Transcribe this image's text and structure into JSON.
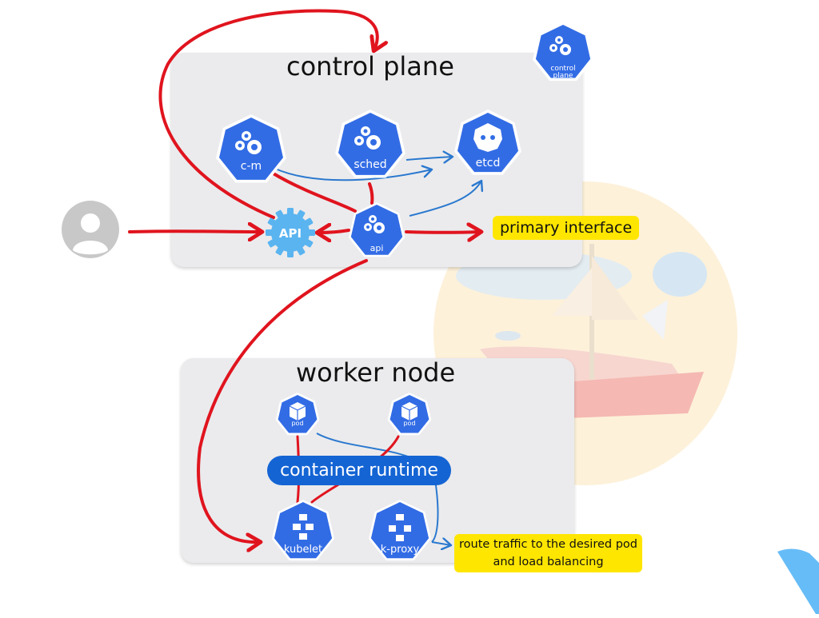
{
  "control_plane": {
    "title": "control plane",
    "badge_label": "control\nplane",
    "components": {
      "cm": "c-m",
      "sched": "sched",
      "etcd": "etcd",
      "api": "api"
    },
    "api_gear_label": "API"
  },
  "worker_node": {
    "title": "worker node",
    "pod_left": "pod",
    "pod_right": "pod",
    "container_runtime": "container runtime",
    "kubelet": "kubelet",
    "kproxy": "k-proxy"
  },
  "notes": {
    "primary_interface": "primary interface",
    "route_traffic_line1": "route traffic to the desired pod",
    "route_traffic_line2": "and load balancing"
  },
  "colors": {
    "k8s_blue": "#326ce5",
    "runtime_blue": "#1464d4",
    "api_gear": "#5ab4f0",
    "arrow_red": "#e0141e",
    "arrow_blue": "#2a78cf",
    "note_yellow": "#ffe600",
    "panel_gray": "#ebebed"
  },
  "icons": {
    "user": "user-avatar-icon",
    "api_gear": "gear-icon",
    "k8s_component": "kubernetes-heptagon-icon",
    "pod": "cube-icon",
    "etcd": "etcd-robot-icon"
  }
}
